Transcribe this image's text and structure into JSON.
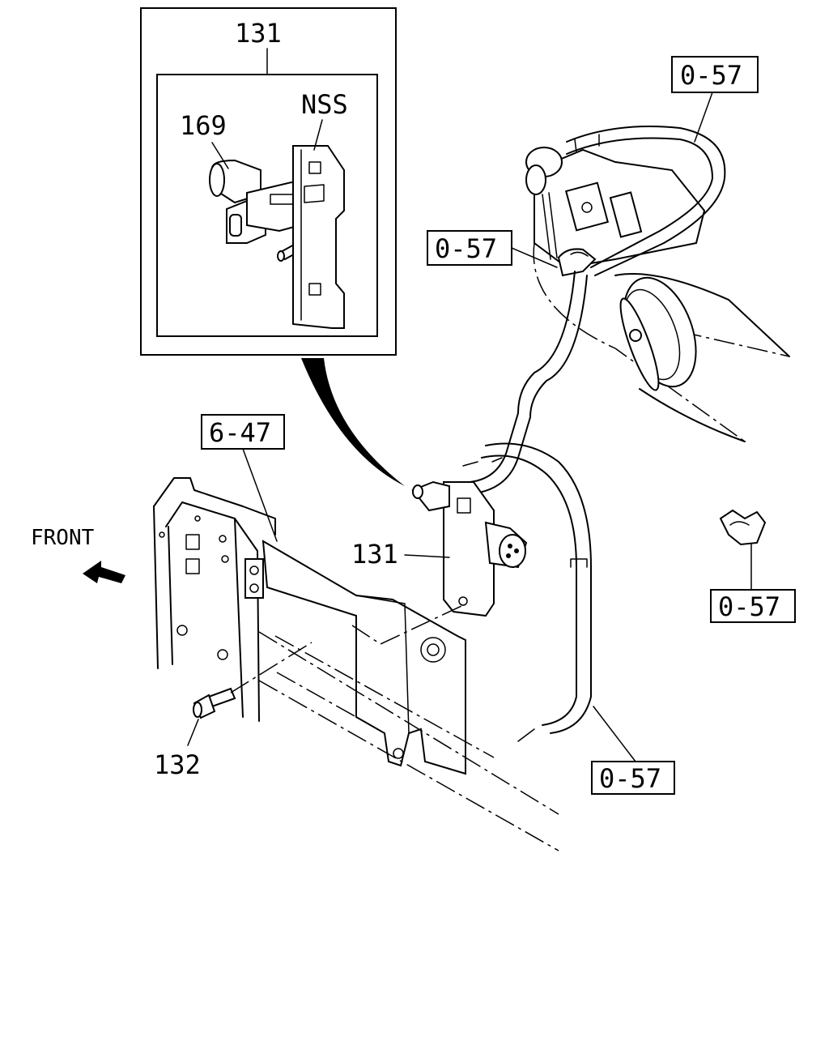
{
  "inset": {
    "title": "131",
    "part_169": "169",
    "part_nss": "NSS"
  },
  "callouts": {
    "ref_057_top": "0-57",
    "ref_057_clip": "0-57",
    "ref_057_right": "0-57",
    "ref_057_bottom": "0-57",
    "ref_647": "6-47",
    "part_131": "131",
    "part_132": "132"
  },
  "direction": {
    "front_label": "FRONT"
  }
}
